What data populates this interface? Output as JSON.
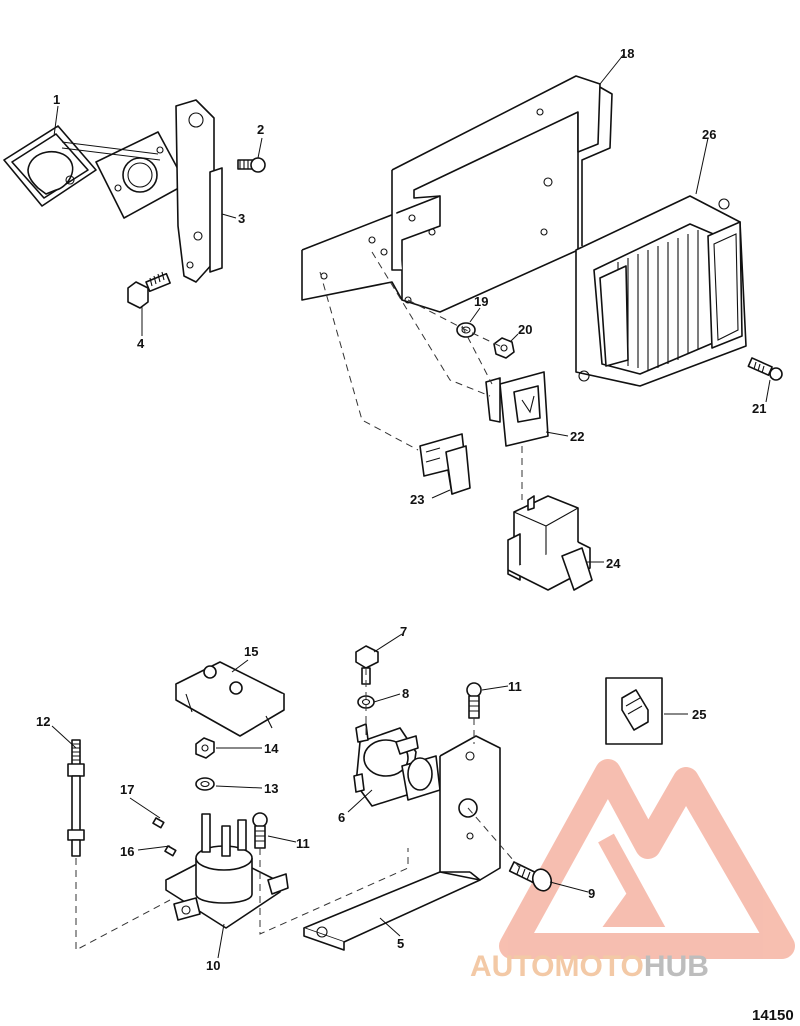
{
  "callouts": [
    {
      "id": "1",
      "label": "1"
    },
    {
      "id": "2",
      "label": "2"
    },
    {
      "id": "3",
      "label": "3"
    },
    {
      "id": "4",
      "label": "4"
    },
    {
      "id": "5",
      "label": "5"
    },
    {
      "id": "6",
      "label": "6"
    },
    {
      "id": "7",
      "label": "7"
    },
    {
      "id": "8",
      "label": "8"
    },
    {
      "id": "9",
      "label": "9"
    },
    {
      "id": "10",
      "label": "10"
    },
    {
      "id": "11a",
      "label": "11"
    },
    {
      "id": "11b",
      "label": "11"
    },
    {
      "id": "12",
      "label": "12"
    },
    {
      "id": "13",
      "label": "13"
    },
    {
      "id": "14",
      "label": "14"
    },
    {
      "id": "15",
      "label": "15"
    },
    {
      "id": "16",
      "label": "16"
    },
    {
      "id": "17",
      "label": "17"
    },
    {
      "id": "18",
      "label": "18"
    },
    {
      "id": "19",
      "label": "19"
    },
    {
      "id": "20",
      "label": "20"
    },
    {
      "id": "21",
      "label": "21"
    },
    {
      "id": "22",
      "label": "22"
    },
    {
      "id": "23",
      "label": "23"
    },
    {
      "id": "24",
      "label": "24"
    },
    {
      "id": "25",
      "label": "25"
    },
    {
      "id": "26",
      "label": "26"
    }
  ],
  "figure_id": "14150",
  "watermark": {
    "brand_part1": "AUTOMOTO",
    "brand_part2": "HUB",
    "color_primary": "#f3a07a",
    "color_secondary": "#bdbdbd"
  }
}
